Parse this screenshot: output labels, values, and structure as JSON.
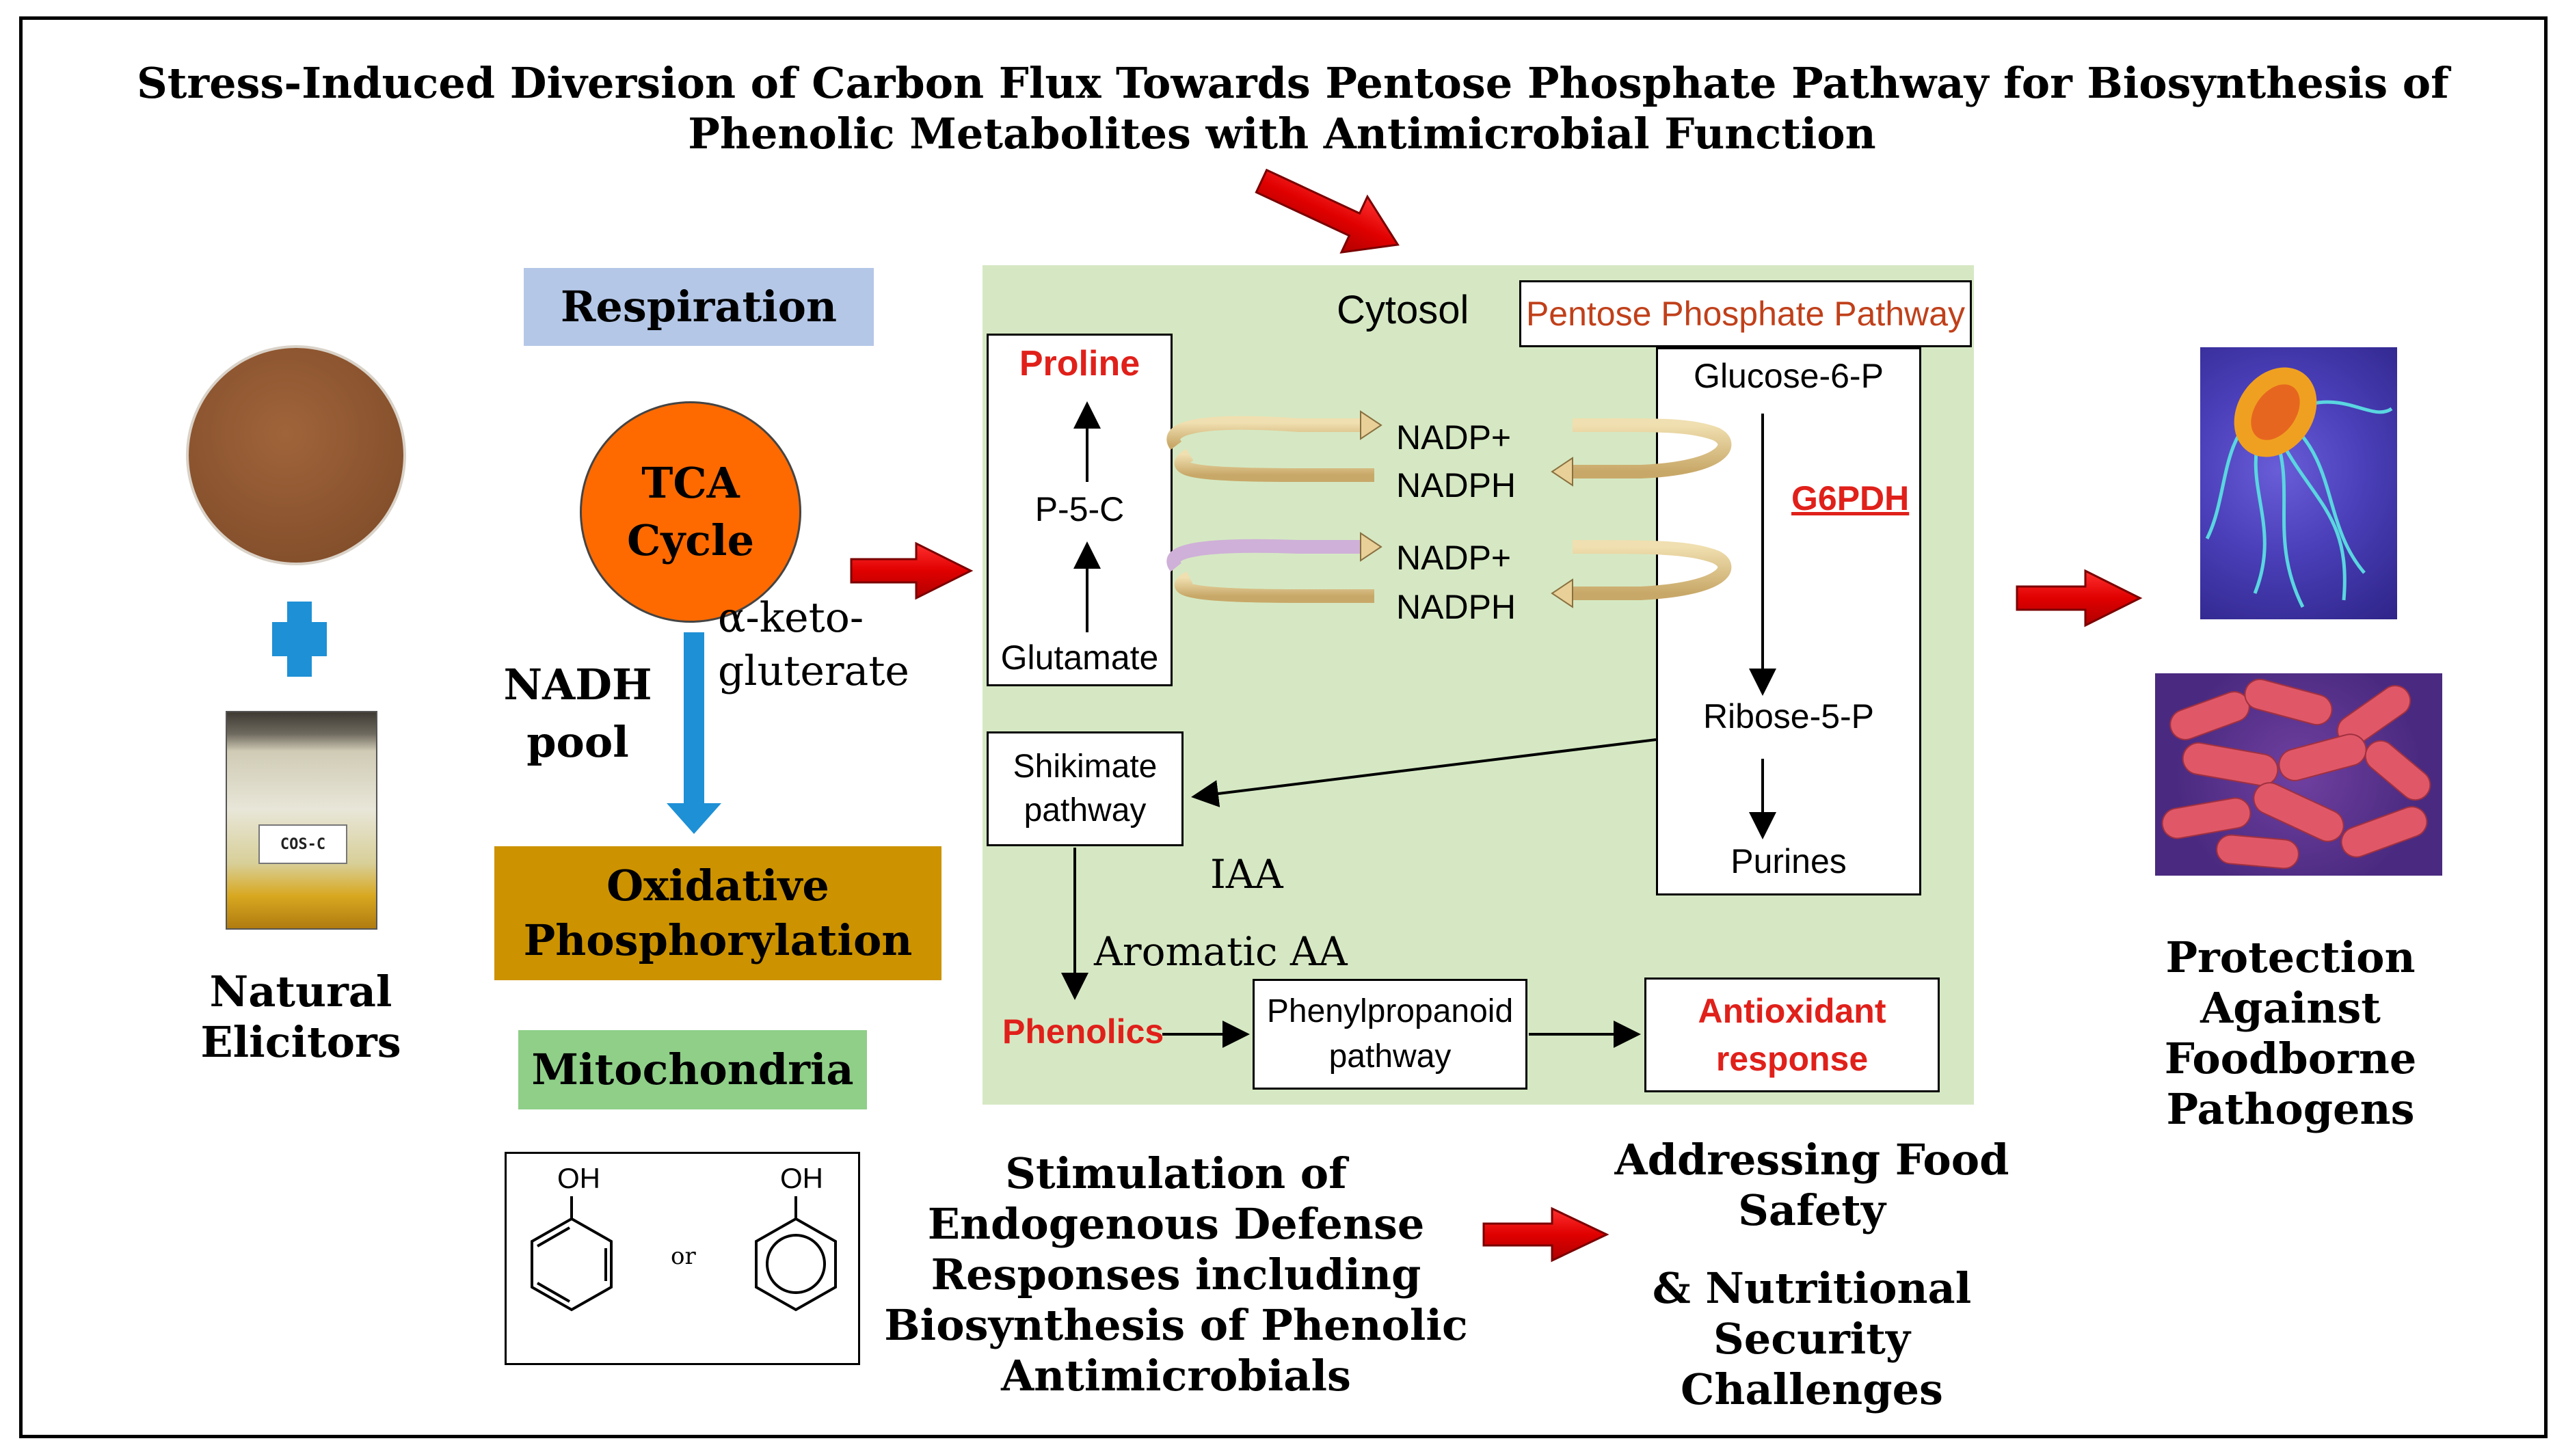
{
  "title": {
    "line1": "Stress-Induced Diversion of Carbon Flux Towards Pentose Phosphate Pathway for Biosynthesis of",
    "line2": "Phenolic Metabolites with Antimicrobial Function"
  },
  "left": {
    "natural_elicitors": [
      "Natural",
      "Elicitors"
    ],
    "jar_label": "COS-C"
  },
  "mitochondria_panel": {
    "respiration": "Respiration",
    "tca": [
      "TCA",
      "Cycle"
    ],
    "alpha_keto": [
      "α-keto-",
      "gluterate"
    ],
    "nadh_pool": [
      "NADH",
      "pool"
    ],
    "oxidative": [
      "Oxidative",
      "Phosphorylation"
    ],
    "mitochondria": "Mitochondria"
  },
  "phenol_box": {
    "oh_left": "OH",
    "oh_right": "OH",
    "or": "or"
  },
  "cytosol": {
    "label": "Cytosol",
    "ppp": "Pentose Phosphate Pathway",
    "proline": "Proline",
    "p5c": "P-5-C",
    "glutamate": "Glutamate",
    "nadp1": "NADP+",
    "nadph1": "NADPH",
    "nadp2": "NADP+",
    "nadph2": "NADPH",
    "glucose6p": "Glucose-6-P",
    "g6pdh": "G6PDH",
    "ribose5p": "Ribose-5-P",
    "purines": "Purines",
    "shikimate": [
      "Shikimate",
      "pathway"
    ],
    "iaa": "IAA",
    "aromatic_aa": "Aromatic AA",
    "phenolics": "Phenolics",
    "phenylpropanoid": [
      "Phenylpropanoid",
      "pathway"
    ],
    "antioxidant": [
      "Antioxidant",
      "response"
    ]
  },
  "bottom": {
    "stimulation": [
      "Stimulation of",
      "Endogenous Defense",
      "Responses including",
      "Biosynthesis of Phenolic",
      "Antimicrobials"
    ],
    "food_safety": [
      "Addressing Food",
      "Safety"
    ],
    "nutritional": [
      "& Nutritional",
      "Security",
      "Challenges"
    ]
  },
  "right": {
    "protection": [
      "Protection",
      "Against",
      "Foodborne",
      "Pathogens"
    ]
  },
  "colors": {
    "respiration_box": "#b4c7e7",
    "tca_circle": "#ff6a00",
    "oxidative_box": "#cc9200",
    "mitochondria_box": "#8fcf88",
    "cytosol_bg": "#d5e8c3",
    "red_text": "#e0201a",
    "ppp_text": "#c0401a",
    "blue_arrow": "#1e90d6",
    "red_arrow": "#e01010"
  },
  "icons": [
    "elicitor-powder-image",
    "cos-c-jar-image",
    "bacterium-flagella-image",
    "rod-bacteria-image",
    "phenol-structure-icon",
    "plus-icon"
  ]
}
